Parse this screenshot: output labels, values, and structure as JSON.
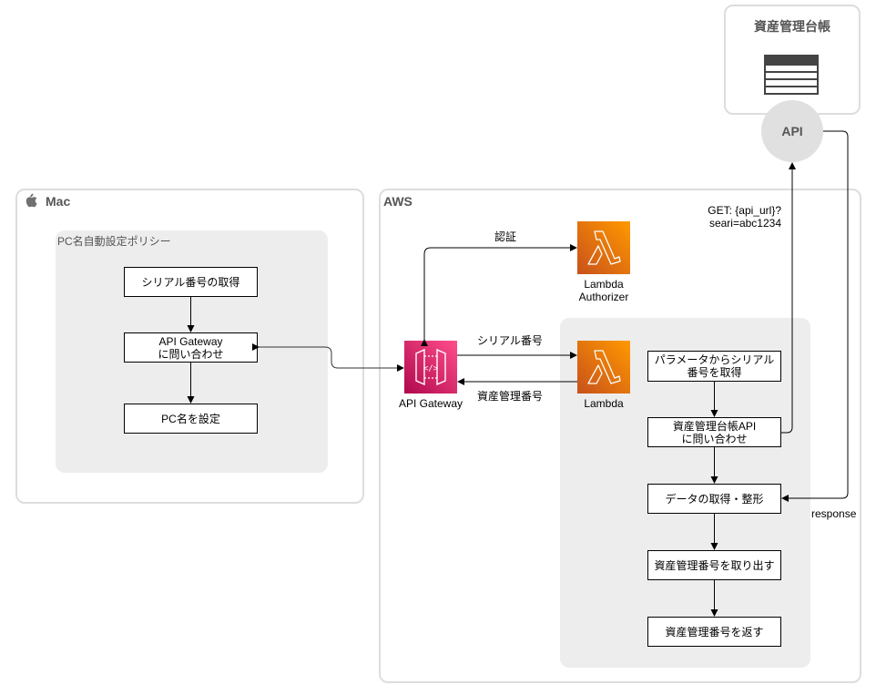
{
  "ledger": {
    "title": "資産管理台帳",
    "icon": "table-icon",
    "api_label": "API"
  },
  "mac": {
    "title": "Mac",
    "icon": "apple-icon",
    "policy": {
      "title": "PC名自動設定ポリシー",
      "steps": [
        "シリアル番号の取得",
        "API Gateway\nに問い合わせ",
        "PC名を設定"
      ]
    }
  },
  "aws": {
    "title": "AWS",
    "api_gateway": {
      "label": "API Gateway",
      "icon": "api-gateway-icon",
      "color": "#e7157b"
    },
    "authorizer": {
      "label": "Lambda\nAuthorizer",
      "icon": "lambda-icon",
      "color": "#ed7100"
    },
    "lambda": {
      "label": "Lambda",
      "icon": "lambda-icon",
      "color": "#ed7100",
      "steps": [
        "パラメータからシリアル\n番号を取得",
        "資産管理台帳API\nに問い合わせ",
        "データの取得・整形",
        "資産管理番号を取り出す",
        "資産管理番号を返す"
      ]
    }
  },
  "edges": {
    "auth": "認証",
    "serial": "シリアル番号",
    "asset_no": "資産管理番号",
    "get_request": "GET: {api_url}?\nseari=abc1234",
    "response": "response"
  }
}
